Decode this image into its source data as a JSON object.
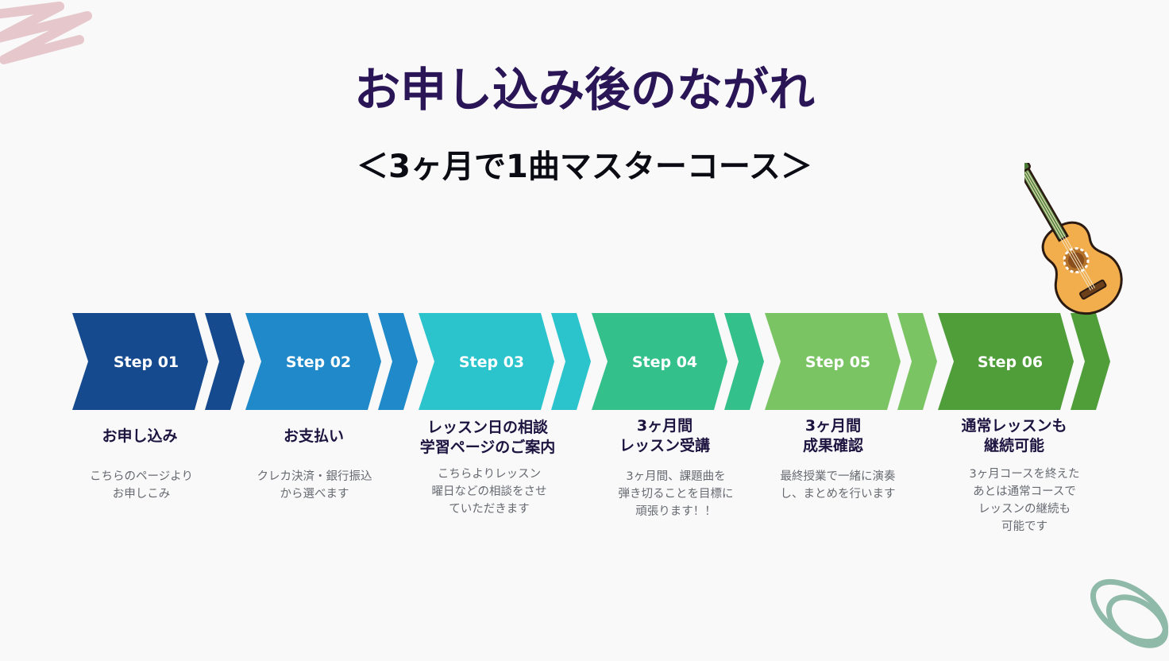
{
  "title": "お申し込み後のながれ",
  "subtitle": "＜3ヶ月で1曲マスターコース＞",
  "colors": {
    "title": "#2a1556",
    "step1": "#164a8f",
    "step2": "#1f89c9",
    "step3": "#2bc4cd",
    "step4": "#33c08a",
    "step5": "#7bc464",
    "step6": "#4f9e3a"
  },
  "steps": [
    {
      "label": "Step 01",
      "heading": [
        "お申し込み"
      ],
      "description": [
        "こちらのページより",
        "お申しこみ"
      ]
    },
    {
      "label": "Step 02",
      "heading": [
        "お支払い"
      ],
      "description": [
        "クレカ決済・銀行振込",
        "から選べます"
      ]
    },
    {
      "label": "Step 03",
      "heading": [
        "レッスン日の相談",
        "学習ページのご案内"
      ],
      "description": [
        "こちらよりレッスン",
        "曜日などの相談をさせ",
        "ていただきます"
      ]
    },
    {
      "label": "Step 04",
      "heading": [
        "3ヶ月間",
        "レッスン受講"
      ],
      "description": [
        "3ヶ月間、課題曲を",
        "弾き切ることを目標に",
        "頑張ります！！"
      ]
    },
    {
      "label": "Step 05",
      "heading": [
        "3ヶ月間",
        "成果確認"
      ],
      "description": [
        "最終授業で一緒に演奏",
        "し、まとめを行います"
      ]
    },
    {
      "label": "Step 06",
      "heading": [
        "通常レッスンも",
        "継続可能"
      ],
      "description": [
        "3ヶ月コースを終えた",
        "あとは通常コースで",
        "レッスンの継続も",
        "可能です"
      ]
    }
  ],
  "decorations": {
    "top_left": "pink-scribble",
    "bottom_right": "green-loop-scribble",
    "illustration": "guitar-icon"
  }
}
